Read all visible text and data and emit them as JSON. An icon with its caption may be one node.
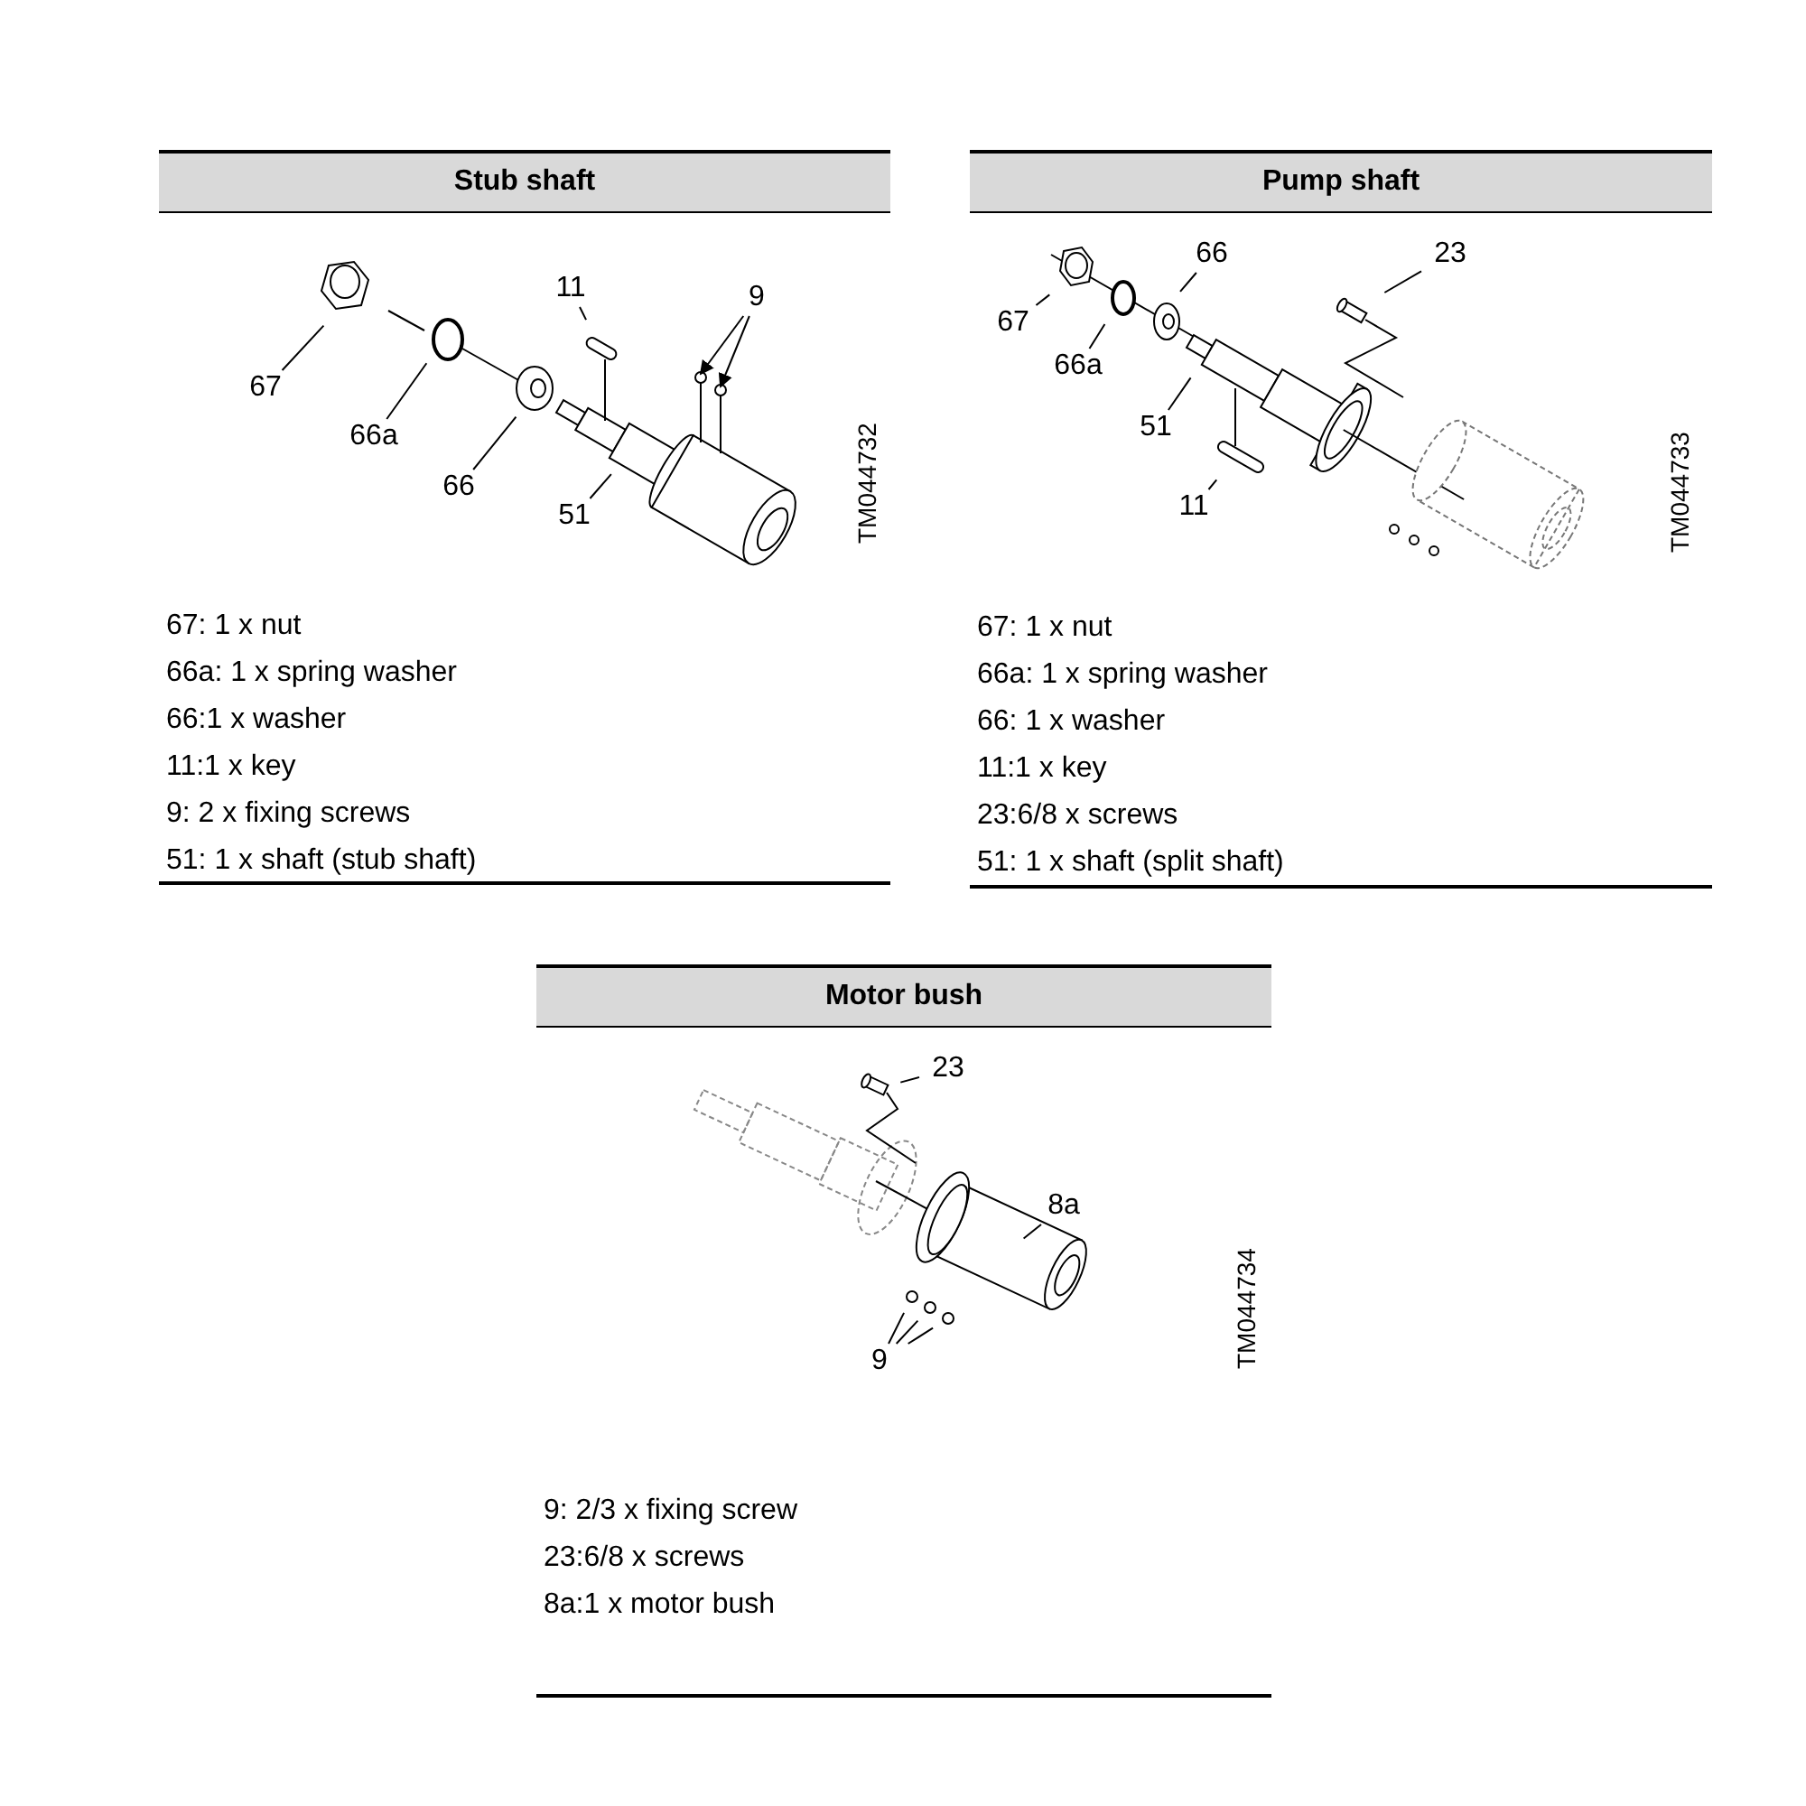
{
  "diagram": {
    "nodes": [
      {
        "text": [
          "Stub shaft"
        ]
      },
      {
        "text": [
          "67"
        ],
        "in": 0
      },
      {
        "text": [
          "66a"
        ],
        "in": 0
      },
      {
        "text": [
          "66"
        ],
        "in": 0
      },
      {
        "text": [
          "51"
        ],
        "in": 0
      },
      {
        "text": [
          "11"
        ],
        "in": 0
      },
      {
        "text": [
          "9"
        ],
        "in": 0
      },
      {
        "text": [
          "Pump shaft"
        ]
      },
      {
        "text": [
          "67"
        ],
        "in": 7
      },
      {
        "text": [
          "66a"
        ],
        "in": 7
      },
      {
        "text": [
          "66"
        ],
        "in": 7
      },
      {
        "text": [
          "23"
        ],
        "in": 7
      },
      {
        "text": [
          "51"
        ],
        "in": 7
      },
      {
        "text": [
          "11"
        ],
        "in": 7
      },
      {
        "text": [
          "Motor bush"
        ]
      },
      {
        "text": [
          "23"
        ],
        "in": 14
      },
      {
        "text": [
          "8a"
        ],
        "in": 14
      },
      {
        "text": [
          "9"
        ],
        "in": 14
      }
    ],
    "edges": [
      {
        "from": 1,
        "to": null,
        "arrow": "none"
      },
      {
        "from": 2,
        "to": null,
        "arrow": "none"
      },
      {
        "from": 3,
        "to": null,
        "arrow": "none"
      },
      {
        "from": 4,
        "to": null,
        "arrow": "none"
      },
      {
        "from": 5,
        "to": null,
        "arrow": "none"
      },
      {
        "from": 6,
        "to": null,
        "arrow": "to"
      },
      {
        "from": 6,
        "to": null,
        "arrow": "to"
      },
      {
        "from": 8,
        "to": null,
        "arrow": "none"
      },
      {
        "from": 9,
        "to": null,
        "arrow": "none"
      },
      {
        "from": 10,
        "to": null,
        "arrow": "none"
      },
      {
        "from": 11,
        "to": null,
        "arrow": "none"
      },
      {
        "from": 12,
        "to": null,
        "arrow": "none"
      },
      {
        "from": 13,
        "to": null,
        "arrow": "none"
      },
      {
        "from": 15,
        "to": null,
        "arrow": "none"
      },
      {
        "from": 16,
        "to": null,
        "arrow": "none"
      },
      {
        "from": 17,
        "to": null,
        "arrow": "none"
      },
      {
        "from": 17,
        "to": null,
        "arrow": "none"
      },
      {
        "from": 17,
        "to": null,
        "arrow": "none"
      }
    ],
    "labels": [
      "TM044732",
      "67: 1 x nut",
      "66a: 1 x spring washer",
      "66:1 x washer",
      "11:1 x key",
      "9: 2 x fixing screws",
      "51: 1 x shaft (stub shaft)",
      "TM044733",
      "67: 1 x nut",
      "66a: 1 x spring washer",
      "66: 1 x washer",
      "11:1 x key",
      "23:6/8 x screws",
      "51: 1 x shaft (split shaft)",
      "TM044734",
      "9: 2/3 x fixing screw",
      "23:6/8 x screws",
      "8a:1 x motor bush"
    ]
  }
}
